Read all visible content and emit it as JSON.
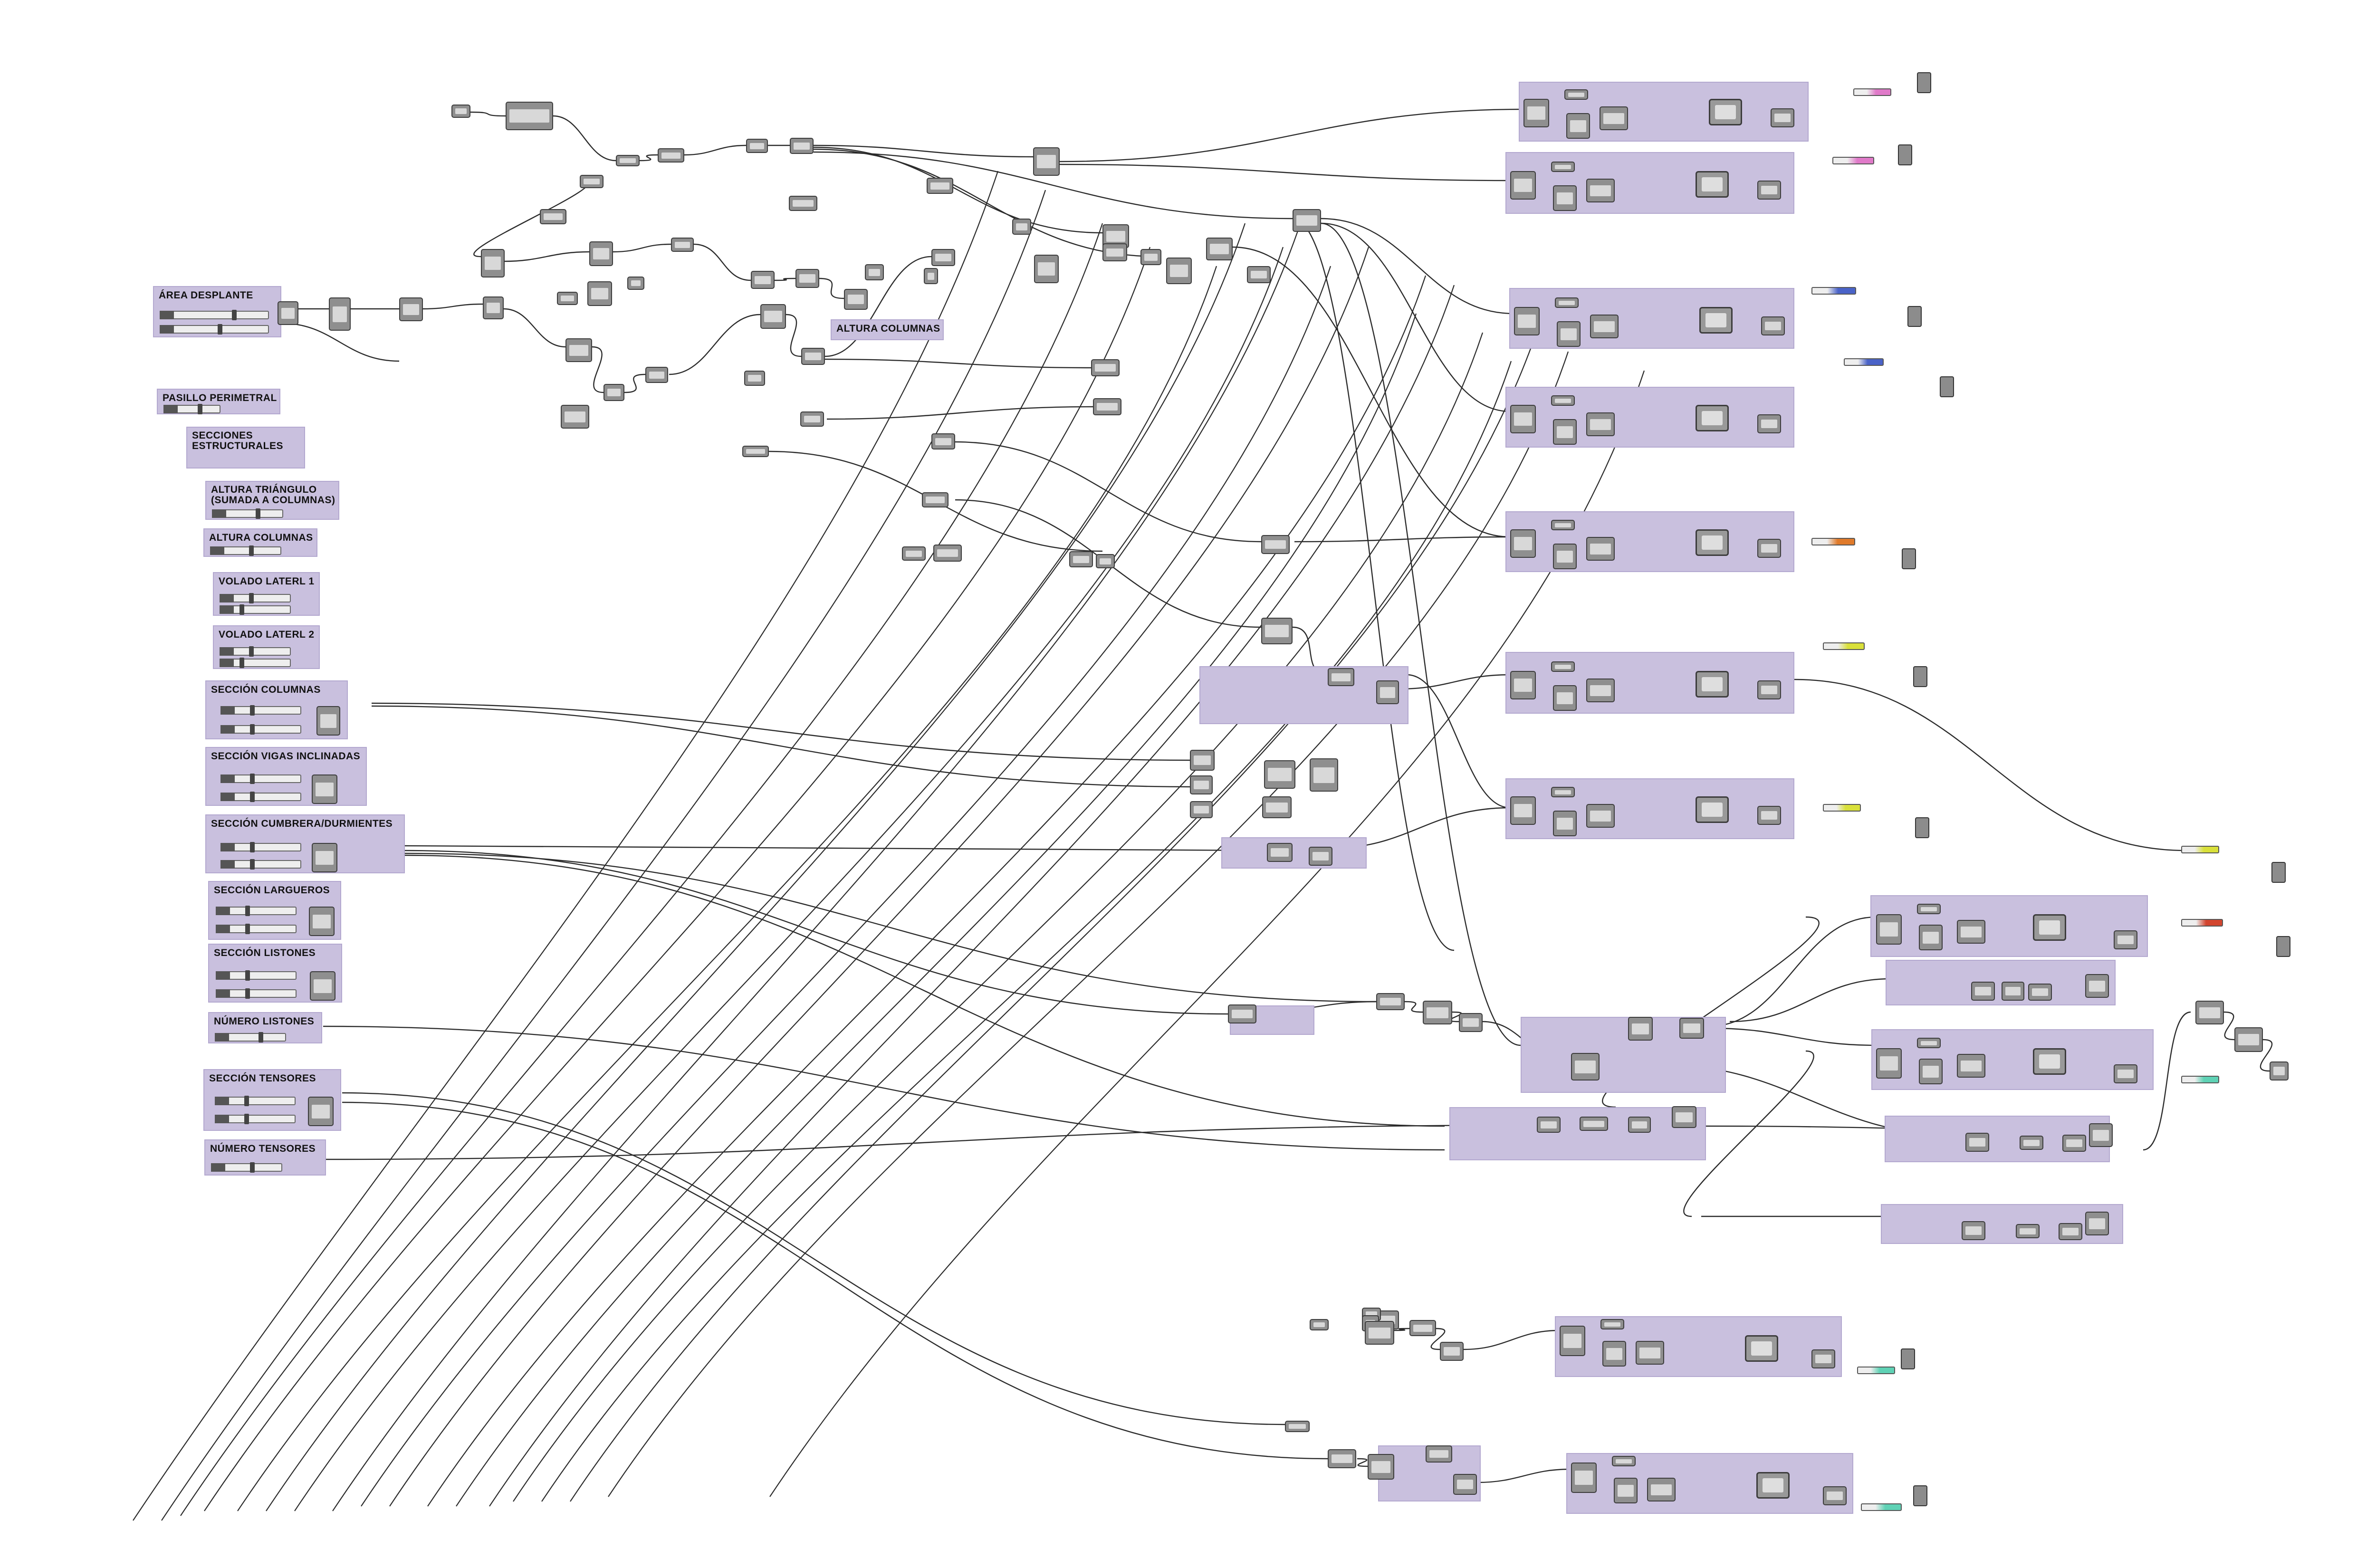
{
  "groups": [
    {
      "id": "area-desplante",
      "title": "ÁREA DESPLANTE"
    },
    {
      "id": "pasillo-perimetral",
      "title": "PASILLO PERIMETRAL"
    },
    {
      "id": "secciones-estructurales",
      "title": "SECCIONES\nESTRUCTURALES"
    },
    {
      "id": "altura-triangulo",
      "title": "ALTURA TRIÁNGULO\n(SUMADA A COLUMNAS)"
    },
    {
      "id": "altura-columnas",
      "title": "ALTURA COLUMNAS"
    },
    {
      "id": "volado-lateral-1",
      "title": "VOLADO LATERL 1"
    },
    {
      "id": "volado-lateral-2",
      "title": "VOLADO LATERL 2"
    },
    {
      "id": "seccion-columnas",
      "title": "SECCIÓN COLUMNAS"
    },
    {
      "id": "seccion-vigas-inclinadas",
      "title": "SECCIÓN VIGAS INCLINADAS"
    },
    {
      "id": "seccion-cumbrera-durmientes",
      "title": "SECCIÓN CUMBRERA/DURMIENTES"
    },
    {
      "id": "seccion-largueros",
      "title": "SECCIÓN LARGUEROS"
    },
    {
      "id": "seccion-listones",
      "title": "SECCIÓN LISTONES"
    },
    {
      "id": "numero-listones",
      "title": "NÚMERO LISTONES"
    },
    {
      "id": "seccion-tensores",
      "title": "SECCIÓN TENSORES"
    },
    {
      "id": "numero-tensores",
      "title": "NÚMERO TENSORES"
    },
    {
      "id": "altura-columnas-2",
      "title": "ALTURA COLUMNAS"
    }
  ],
  "swatch_colors": {
    "pink": "#e07ac9",
    "blue": "#4a63c8",
    "orange": "#e07a2a",
    "yellow": "#d9e03a",
    "red": "#d2452f",
    "teal": "#5fd2b5",
    "group_fill": "#c9c0de"
  }
}
